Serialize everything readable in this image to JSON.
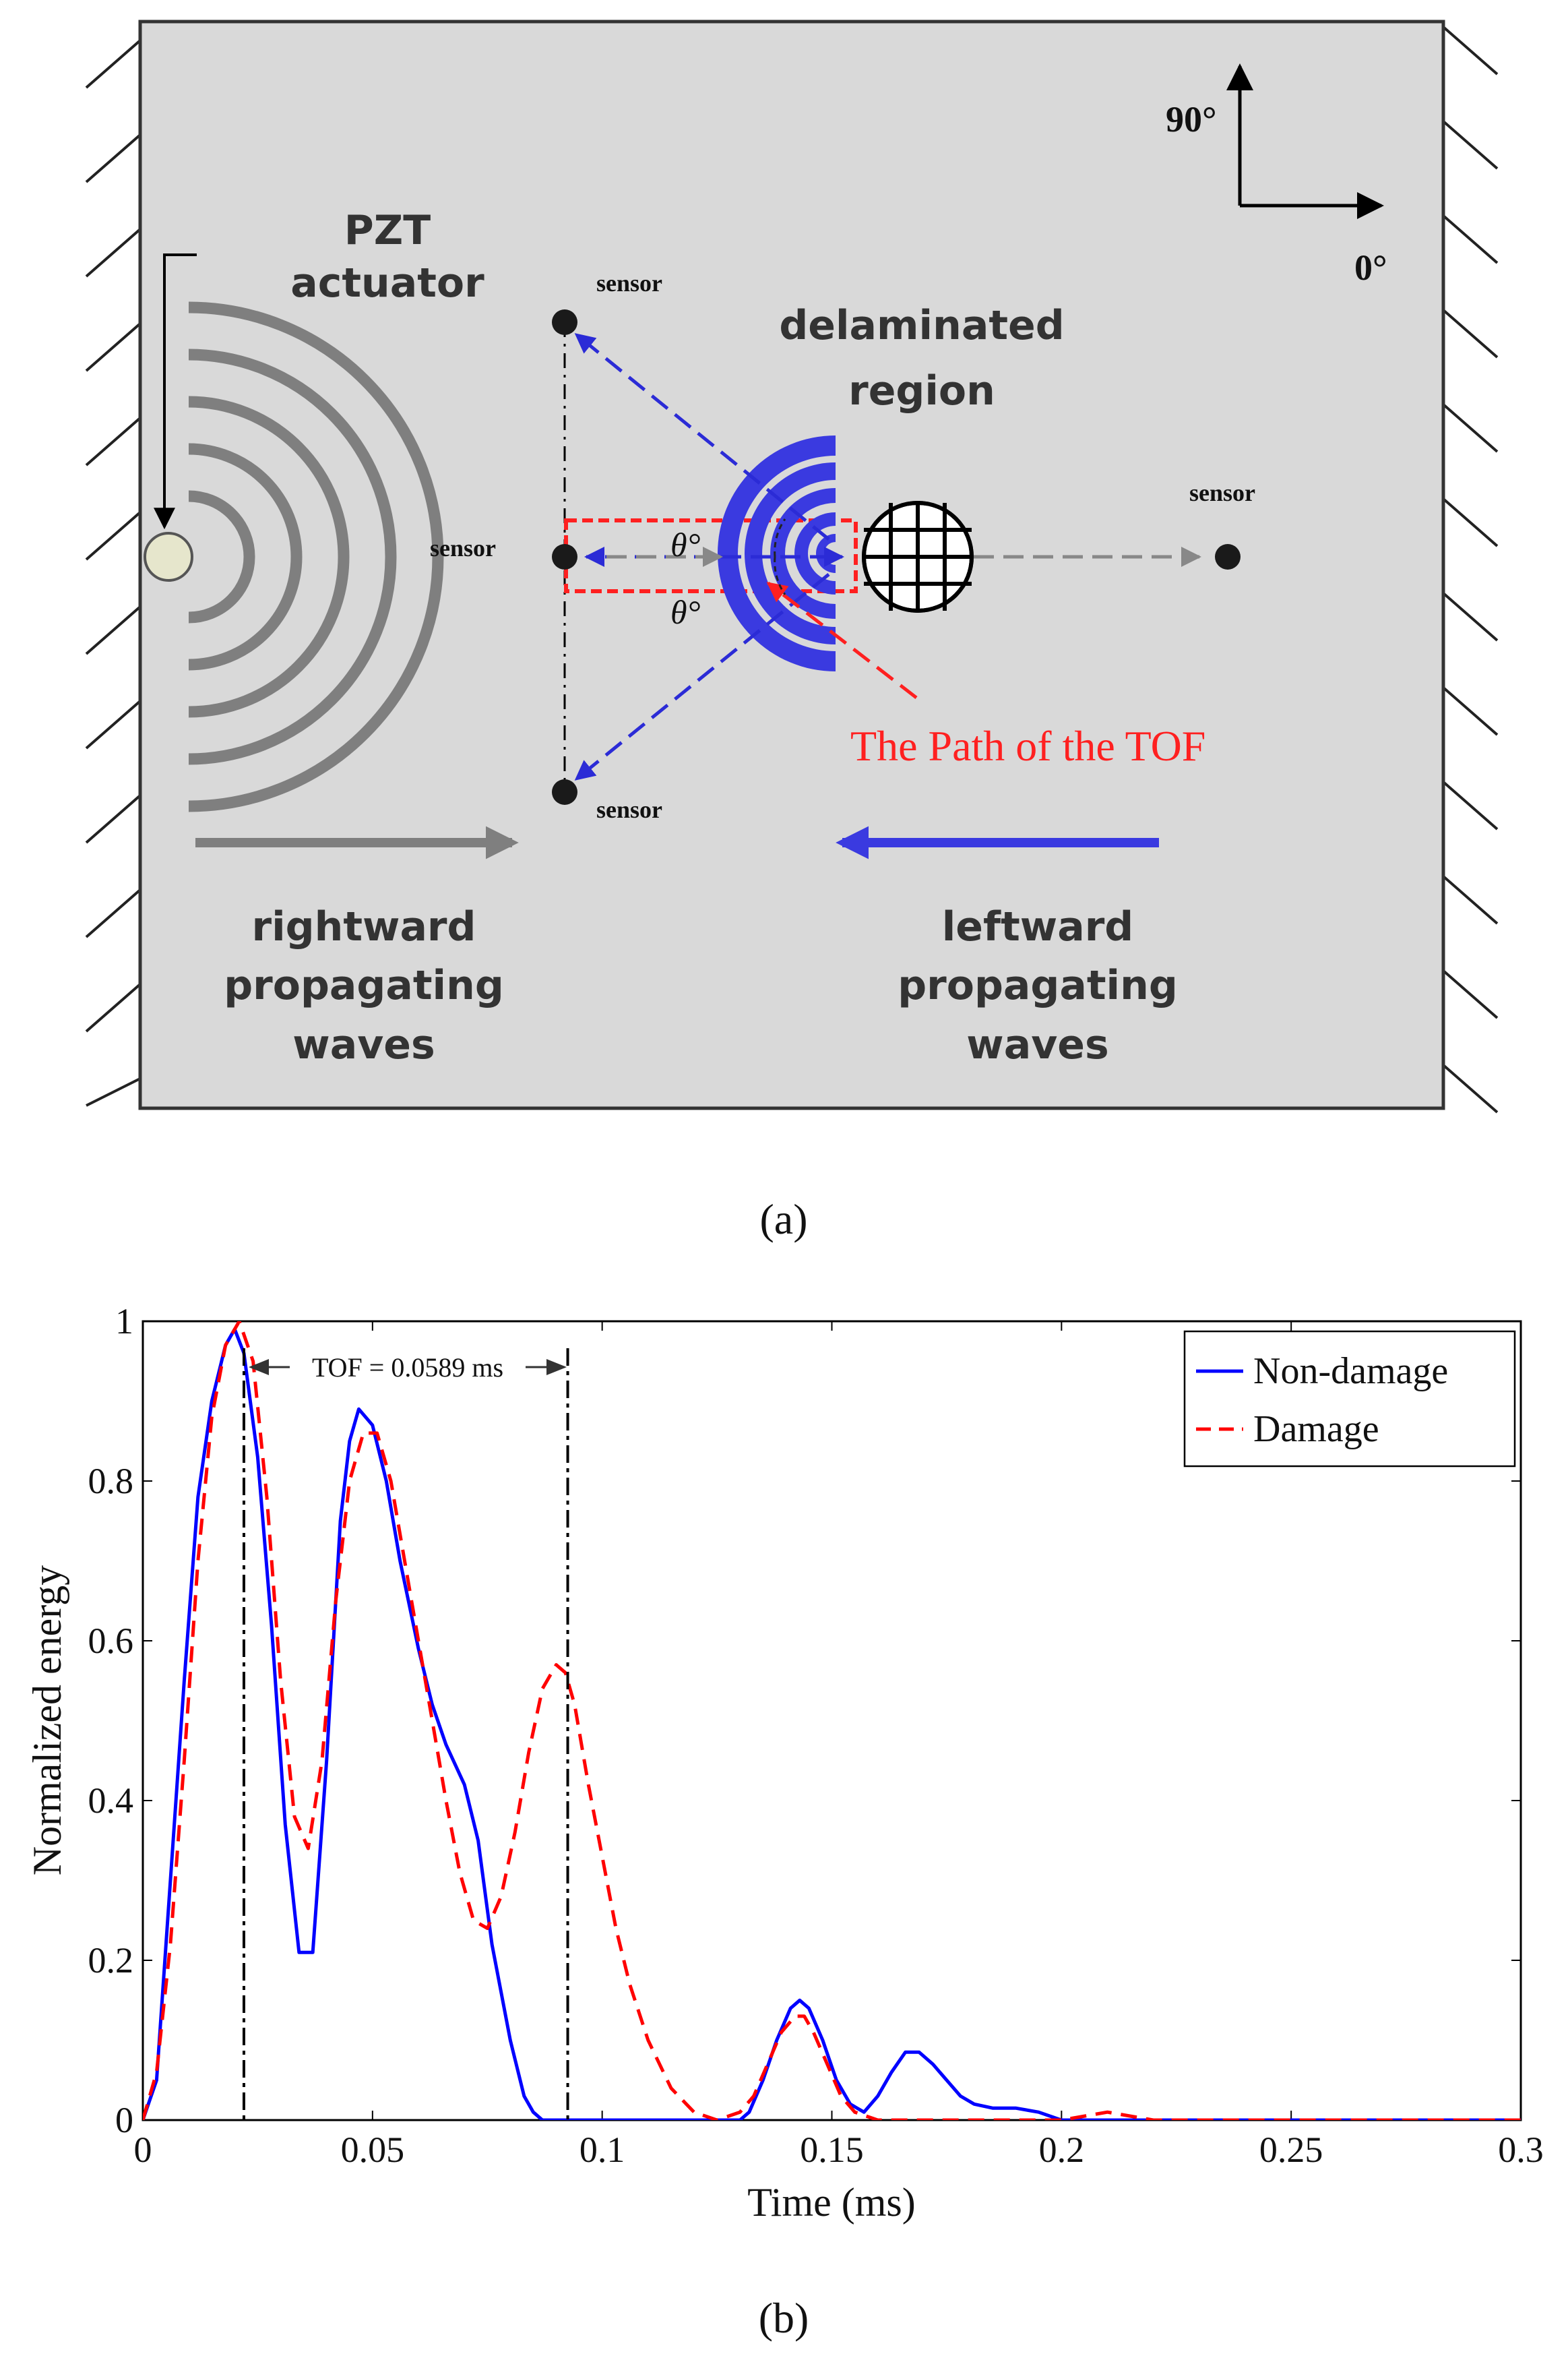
{
  "figure_a": {
    "direction_90": "90°",
    "direction_0": "0°",
    "actuator_label": [
      "PZT",
      "actuator"
    ],
    "delam_label": [
      "delaminated",
      "region"
    ],
    "sensor_label": "sensor",
    "theta": "θ°",
    "tof_path": "The Path of the TOF",
    "right_waves": [
      "rightward",
      "propagating",
      "waves"
    ],
    "left_waves": [
      "leftward",
      "propagating",
      "waves"
    ],
    "caption": "(a)",
    "colors": {
      "panel": "#d9d9d9",
      "waves_gray": "#7f7f7f",
      "waves_blue": "#3a3ae0",
      "arrow_blue": "#2b2bd6",
      "tof_red": "#ff2020"
    }
  },
  "figure_b": {
    "caption": "(b)",
    "annotation": "TOF = 0.0589 ms"
  },
  "chart_data": {
    "type": "line",
    "title": "",
    "xlabel": "Time (ms)",
    "ylabel": "Normalized energy",
    "xlim": [
      0,
      0.3
    ],
    "ylim": [
      0,
      1
    ],
    "xticks": [
      "0",
      "0.05",
      "0.1",
      "0.15",
      "0.2",
      "0.25",
      "0.3"
    ],
    "yticks": [
      "0",
      "0.2",
      "0.4",
      "0.6",
      "0.8",
      "1"
    ],
    "legend_position": "top-right",
    "series": [
      {
        "name": "Non-damage",
        "color": "#0000ff",
        "style": "solid",
        "x": [
          0,
          0.003,
          0.006,
          0.009,
          0.012,
          0.015,
          0.018,
          0.02,
          0.022,
          0.025,
          0.028,
          0.031,
          0.034,
          0.037,
          0.04,
          0.043,
          0.045,
          0.047,
          0.05,
          0.053,
          0.056,
          0.06,
          0.063,
          0.066,
          0.07,
          0.073,
          0.076,
          0.08,
          0.083,
          0.085,
          0.087,
          0.09,
          0.095,
          0.1,
          0.11,
          0.12,
          0.13,
          0.132,
          0.135,
          0.138,
          0.141,
          0.143,
          0.145,
          0.148,
          0.151,
          0.154,
          0.157,
          0.16,
          0.163,
          0.166,
          0.169,
          0.172,
          0.175,
          0.178,
          0.181,
          0.185,
          0.19,
          0.195,
          0.2,
          0.21,
          0.25,
          0.3
        ],
        "y": [
          0,
          0.05,
          0.3,
          0.55,
          0.78,
          0.9,
          0.97,
          0.99,
          0.96,
          0.83,
          0.62,
          0.37,
          0.21,
          0.21,
          0.45,
          0.75,
          0.85,
          0.89,
          0.87,
          0.8,
          0.7,
          0.59,
          0.52,
          0.47,
          0.42,
          0.35,
          0.22,
          0.1,
          0.03,
          0.01,
          0,
          0,
          0,
          0,
          0,
          0,
          0,
          0.01,
          0.05,
          0.1,
          0.14,
          0.15,
          0.14,
          0.1,
          0.05,
          0.02,
          0.01,
          0.03,
          0.06,
          0.085,
          0.085,
          0.07,
          0.05,
          0.03,
          0.02,
          0.015,
          0.015,
          0.01,
          0,
          0,
          0,
          0
        ]
      },
      {
        "name": "Damage",
        "color": "#ff0000",
        "style": "dashed",
        "x": [
          0,
          0.003,
          0.006,
          0.009,
          0.012,
          0.015,
          0.018,
          0.021,
          0.024,
          0.027,
          0.03,
          0.033,
          0.036,
          0.039,
          0.042,
          0.045,
          0.048,
          0.051,
          0.054,
          0.057,
          0.06,
          0.063,
          0.066,
          0.069,
          0.072,
          0.075,
          0.078,
          0.081,
          0.084,
          0.087,
          0.09,
          0.092,
          0.094,
          0.097,
          0.1,
          0.103,
          0.106,
          0.11,
          0.115,
          0.12,
          0.125,
          0.13,
          0.133,
          0.136,
          0.139,
          0.142,
          0.144,
          0.146,
          0.149,
          0.152,
          0.155,
          0.16,
          0.17,
          0.2,
          0.205,
          0.21,
          0.215,
          0.22,
          0.3
        ],
        "y": [
          0,
          0.06,
          0.22,
          0.45,
          0.7,
          0.88,
          0.97,
          1.0,
          0.95,
          0.78,
          0.55,
          0.38,
          0.34,
          0.45,
          0.65,
          0.8,
          0.86,
          0.86,
          0.8,
          0.7,
          0.6,
          0.5,
          0.4,
          0.31,
          0.25,
          0.24,
          0.28,
          0.36,
          0.46,
          0.54,
          0.57,
          0.56,
          0.52,
          0.42,
          0.33,
          0.24,
          0.17,
          0.1,
          0.04,
          0.01,
          0,
          0.01,
          0.03,
          0.07,
          0.11,
          0.13,
          0.13,
          0.11,
          0.07,
          0.03,
          0.01,
          0,
          0,
          0,
          0.005,
          0.01,
          0.005,
          0,
          0
        ]
      }
    ],
    "vlines": [
      0.022,
      0.0925
    ]
  }
}
